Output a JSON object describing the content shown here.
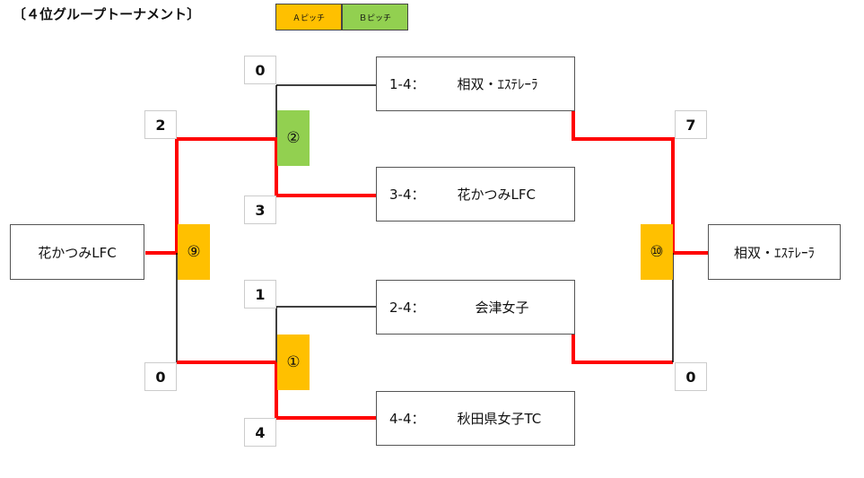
{
  "title": "〔４位グループトーナメント〕",
  "legend": [
    {
      "label": "Ａピッチ",
      "color": "#ffc000"
    },
    {
      "label": "Ｂピッチ",
      "color": "#92d050"
    }
  ],
  "colors": {
    "win_line": "#ff0000",
    "line": "#000000",
    "pitch_a": "#ffc000",
    "pitch_b": "#92d050"
  },
  "teams": [
    {
      "seed": "1-4：",
      "name": "相双・ｴｽﾃﾚｰﾗ"
    },
    {
      "seed": "3-4：",
      "name": "花かつみLFC"
    },
    {
      "seed": "2-4：",
      "name": "会津女子"
    },
    {
      "seed": "4-4：",
      "name": "秋田県女子TC"
    }
  ],
  "matches": {
    "m2": {
      "label": "②",
      "pitch": "B",
      "score_top": "0",
      "score_bottom": "3"
    },
    "m1": {
      "label": "①",
      "pitch": "A",
      "score_top": "1",
      "score_bottom": "4"
    },
    "m9": {
      "label": "⑨",
      "pitch": "A",
      "score_top": "2",
      "score_bottom": "0",
      "winner": "花かつみLFC"
    },
    "m10": {
      "label": "⑩",
      "pitch": "A",
      "score_top": "7",
      "score_bottom": "0",
      "winner": "相双・ｴｽﾃﾚｰﾗ"
    }
  }
}
